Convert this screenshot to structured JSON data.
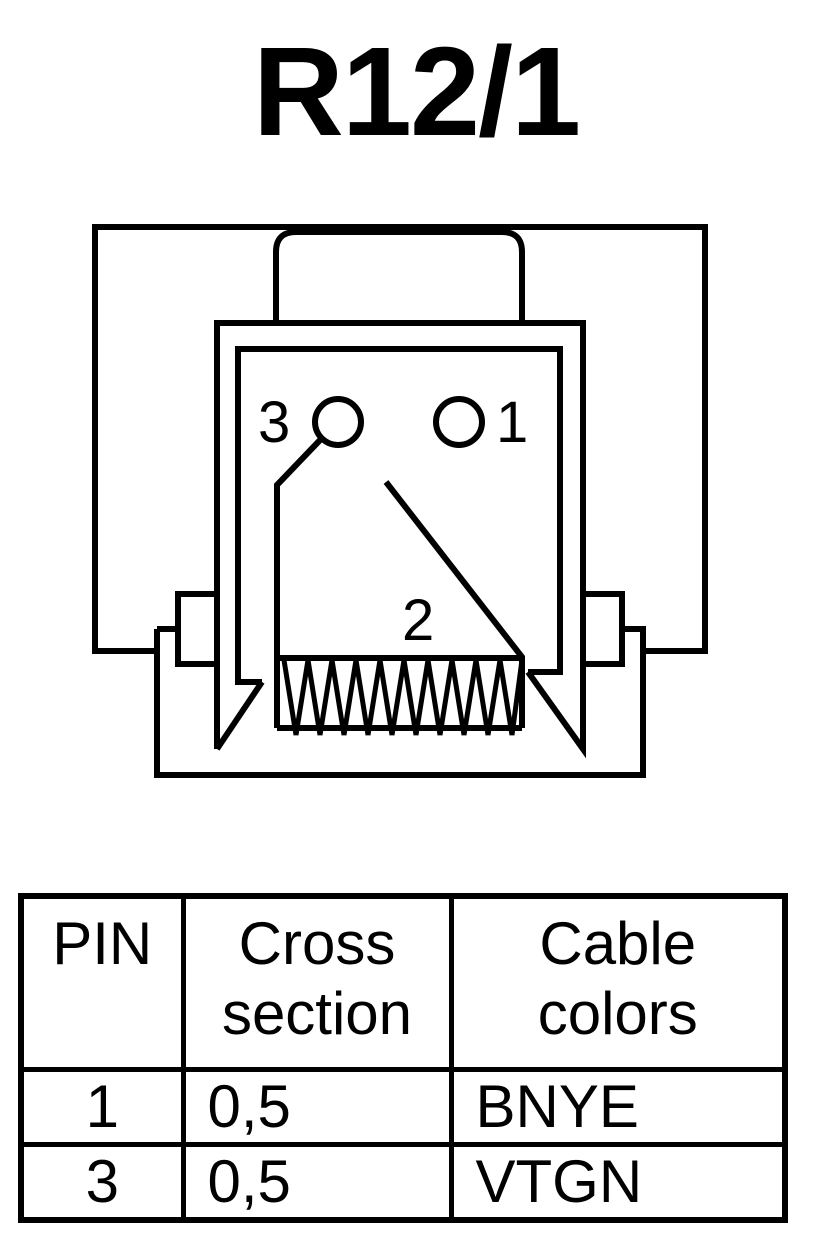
{
  "title": "R12/1",
  "diagram": {
    "pin_labels": [
      "3",
      "1",
      "2"
    ]
  },
  "table": {
    "headers": {
      "pin": "PIN",
      "cross_section": [
        "Cross",
        "section"
      ],
      "cable_colors": [
        "Cable",
        "colors"
      ]
    },
    "rows": [
      {
        "pin": "1",
        "cross_section": "0,5",
        "color": "BNYE"
      },
      {
        "pin": "3",
        "cross_section": "0,5",
        "color": "VTGN"
      }
    ]
  }
}
